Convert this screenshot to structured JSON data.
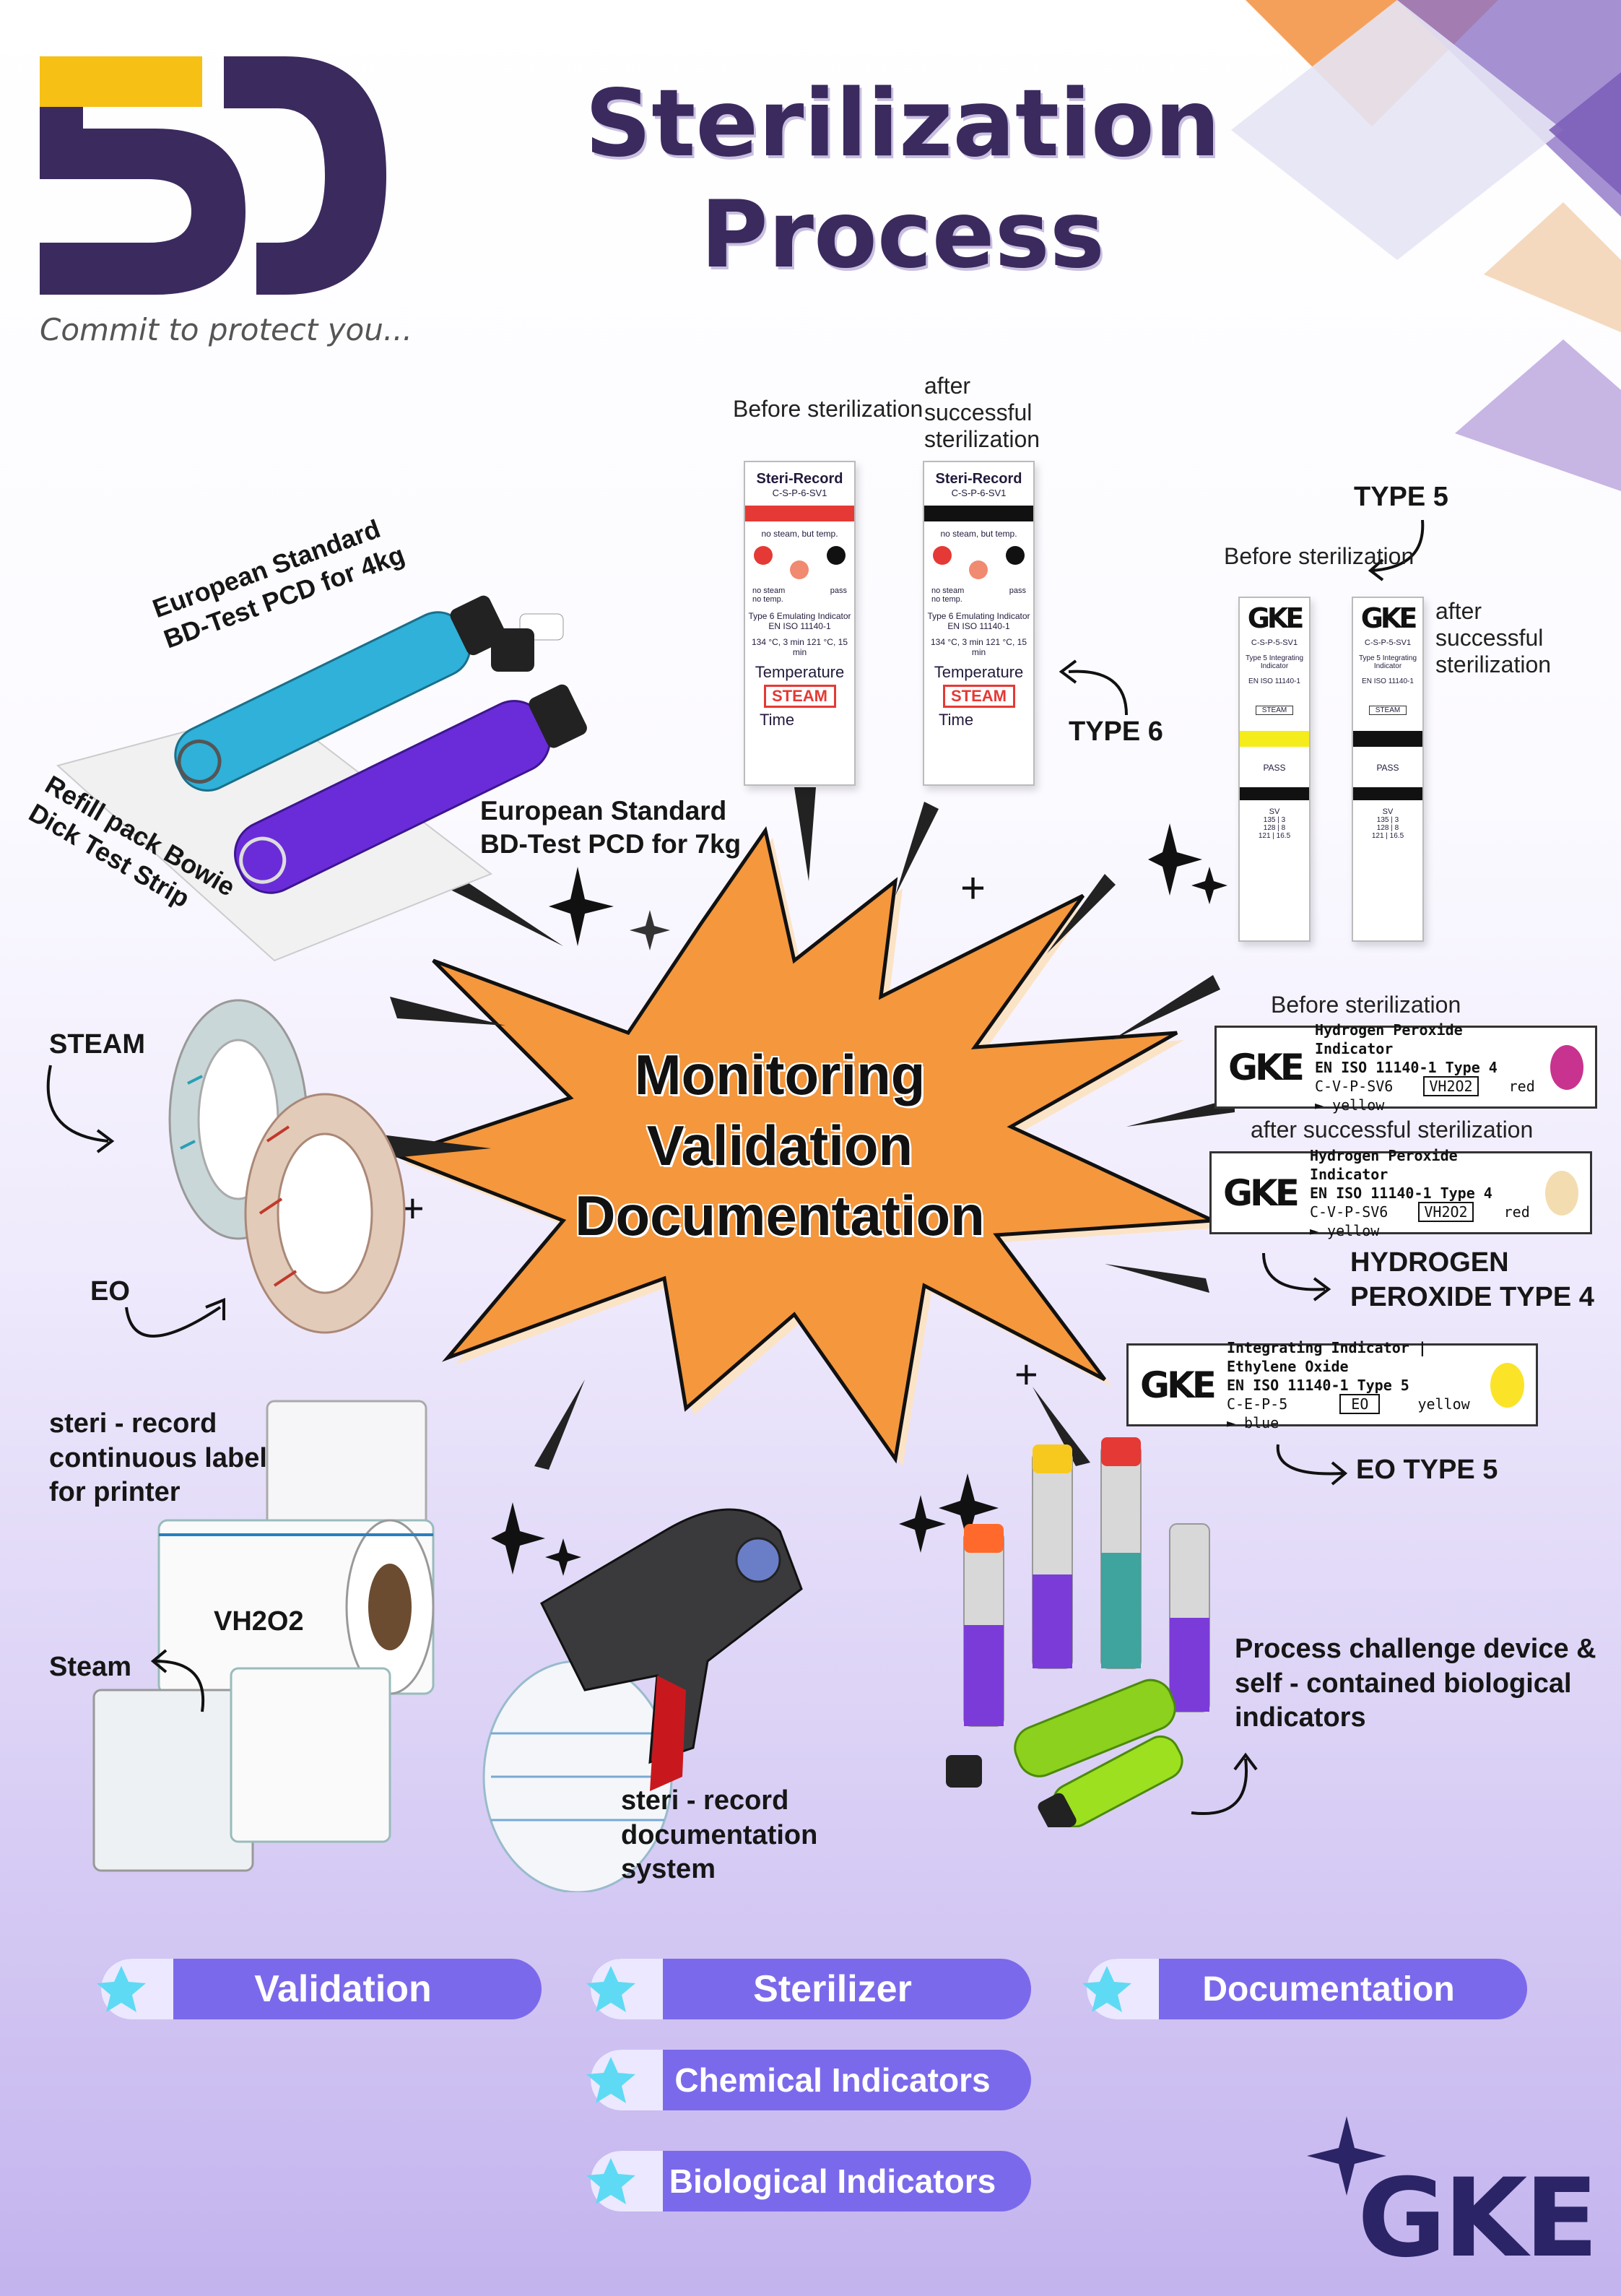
{
  "brand": {
    "tagline": "Commit to protect you...",
    "colors": {
      "yellow": "#f6c014",
      "purple": "#3b2a5e"
    }
  },
  "title": {
    "line1": "Sterilization",
    "line2": "Process"
  },
  "center": {
    "line1": "Monitoring",
    "line2": "Validation",
    "line3": "Documentation",
    "burst_color": "#f4973d"
  },
  "pcd": {
    "label_4kg": "European Standard\nBD-Test PCD for 4kg",
    "label_7kg": "European Standard BD-Test PCD for 7kg",
    "refill": "Refill pack Bowie Dick Test Strip"
  },
  "type6": {
    "before": "Before sterilization",
    "after": "after successful sterilization",
    "label": "TYPE 6",
    "strip": {
      "brand": "Steri-Record",
      "code": "C-S-P-6-SV1",
      "no_steam_temp": "no steam, but temp.",
      "no_steam": "no steam no temp.",
      "pass": "pass",
      "type": "Type 6 Emulating Indicator EN ISO 11140-1",
      "sv": "134 °C, 3 min 121 °C, 15 min",
      "temperature": "Temperature",
      "steam": "STEAM",
      "time": "Time"
    }
  },
  "type5": {
    "label": "TYPE 5",
    "before": "Before sterilization",
    "after": "after successful sterilization",
    "strip": {
      "code": "C-S-P-5-SV1",
      "type": "Type 5 Integrating Indicator",
      "norm": "EN ISO 11140-1",
      "steam": "STEAM",
      "pass": "PASS",
      "sv": "SV",
      "rows": [
        "135 | 3",
        "128 | 8",
        "121 | 16.5"
      ]
    }
  },
  "h2o2": {
    "before": "Before sterilization",
    "after": "after successful sterilization",
    "label": "HYDROGEN PEROXIDE TYPE 4",
    "title": "Hydrogen Peroxide Indicator",
    "norm": "EN ISO 11140-1 Type 4",
    "code": "C-V-P-SV6",
    "tag": "VH2O2",
    "change": "red ► yellow",
    "color_before": "#c8338f",
    "color_after": "#f3ddb0"
  },
  "eo": {
    "label": "EO TYPE 5",
    "title": "Integrating Indicator | Ethylene Oxide",
    "norm": "EN ISO 11140-1 Type 5",
    "code": "C-E-P-5",
    "tag": "EO",
    "change": "yellow ► blue",
    "color": "#fbe328"
  },
  "tapes": {
    "steam": "STEAM",
    "eo": "EO"
  },
  "labels_section": {
    "printer": "steri - record continuous label for printer",
    "vh2o2": "VH2O2",
    "steam": "Steam"
  },
  "gun": {
    "label": "steri - record documentation system"
  },
  "bi": {
    "label": "Process challenge device & self - contained biological indicators"
  },
  "pills": [
    "Validation",
    "Sterilizer",
    "Documentation",
    "Chemical Indicators",
    "Biological Indicators"
  ],
  "footer_brand": "GKE"
}
